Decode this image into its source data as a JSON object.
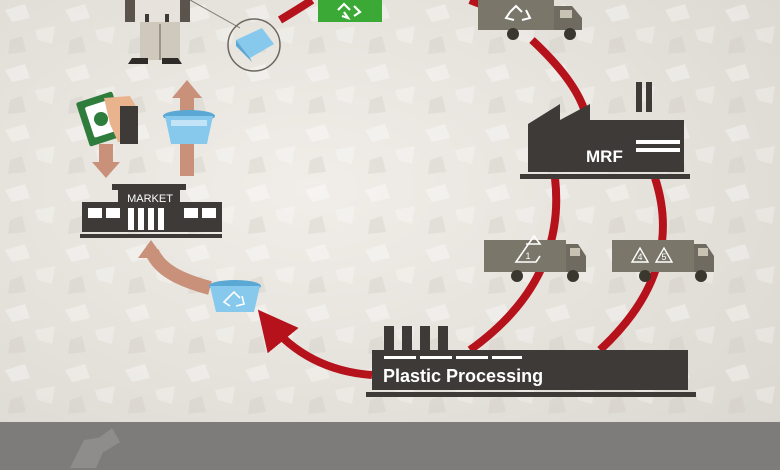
{
  "labels": {
    "market": "MARKET",
    "mrf": "MRF",
    "processing": "Plastic Processing"
  },
  "truck_left_resin_codes": [
    "1"
  ],
  "truck_right_resin_codes": [
    "4",
    "5"
  ],
  "colors": {
    "cycle_arrow": "#b5121b",
    "consumer_arrow": "#c9917a",
    "facility_dark": "#3d3a37",
    "truck_fill": "#7a766a",
    "recycle_bin_green": "#3aa935",
    "container_blue": "#7cc6ec",
    "money_green": "#2f7d3c",
    "footer": "#7d7c7a"
  },
  "icons": {
    "person": "consumer-figure-icon",
    "container": "recyclable-container-icon",
    "bin": "green-recycle-bin-icon",
    "truck": "recycling-truck-icon",
    "money": "cash-hand-icon",
    "market": "market-building-icon",
    "mrf": "mrf-factory-icon",
    "processing": "plastic-processing-plant-icon"
  }
}
